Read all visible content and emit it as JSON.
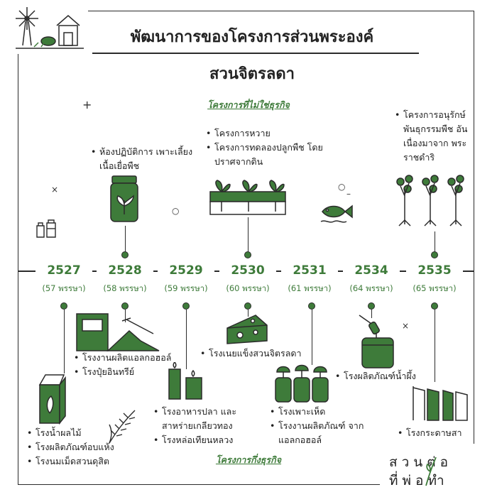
{
  "title_line1": "พัฒนาการของโครงการส่วนพระองค์",
  "title_line2": "สวนจิตรลดา",
  "section_top": "โครงการที่ไม่ใช่ธุรกิจ",
  "section_bottom": "โครงการกึ่งธุรกิจ",
  "timeline": [
    {
      "year": "2527",
      "age": "(57 พรรษา)"
    },
    {
      "year": "2528",
      "age": "(58 พรรษา)"
    },
    {
      "year": "2529",
      "age": "(59 พรรษา)"
    },
    {
      "year": "2530",
      "age": "(60 พรรษา)"
    },
    {
      "year": "2531",
      "age": "(61 พรรษา)"
    },
    {
      "year": "2534",
      "age": "(64 พรรษา)"
    },
    {
      "year": "2535",
      "age": "(65 พรรษา)"
    }
  ],
  "top_projects": {
    "y2528": [
      "ห้องปฏิบัติการ เพาะเลี้ยงเนื้อเยื่อพืช"
    ],
    "y2530": [
      "โครงการหวาย",
      "โครงการทดลองปลูกพืช โดยปราศจากดิน"
    ],
    "y2535": [
      "โครงการอนุรักษ์ พันธุกรรมพืช อันเนื่องมาจาก พระราชดำริ"
    ]
  },
  "bottom_projects": {
    "y2527": [
      "โรงน้ำผลไม้",
      "โรงผลิตภัณฑ์อบแห้ง",
      "โรงนมเม็ดสวนดุสิต"
    ],
    "y2528": [
      "โรงงานผลิตแอลกอฮอล์",
      "โรงปุ๋ยอินทรีย์"
    ],
    "y2529": [
      "โรงอาหารปลา และสาหร่ายเกลียวทอง",
      "โรงหล่อเทียนหลวง"
    ],
    "y2530": [
      "โรงเนยแข็งสวนจิตรลดา"
    ],
    "y2531": [
      "โรงเพาะเห็ด",
      "โรงงานผลิตภัณฑ์ จากแอลกอฮอล์"
    ],
    "y2534": [
      "โรงผลิตภัณฑ์น้ำผึ้ง"
    ],
    "y2535": [
      "โรงกระดาษสา"
    ]
  },
  "brand": {
    "line1": "สวนต่อ",
    "line2": "ที่พ่อทำ"
  },
  "colors": {
    "green": "#3e7b3a",
    "line": "#2b2b2b"
  },
  "icons": [
    "farm-icon",
    "tissue-culture-jar-icon",
    "hydroponic-tray-icon",
    "fish-icon",
    "sapling-trees-icon",
    "milk-bottles-icon",
    "juice-carton-icon",
    "rice-stalk-icon",
    "fertilizer-bag-icon",
    "candles-icon",
    "cheese-icon",
    "mushroom-jars-icon",
    "honey-jar-icon",
    "paper-frames-icon"
  ]
}
